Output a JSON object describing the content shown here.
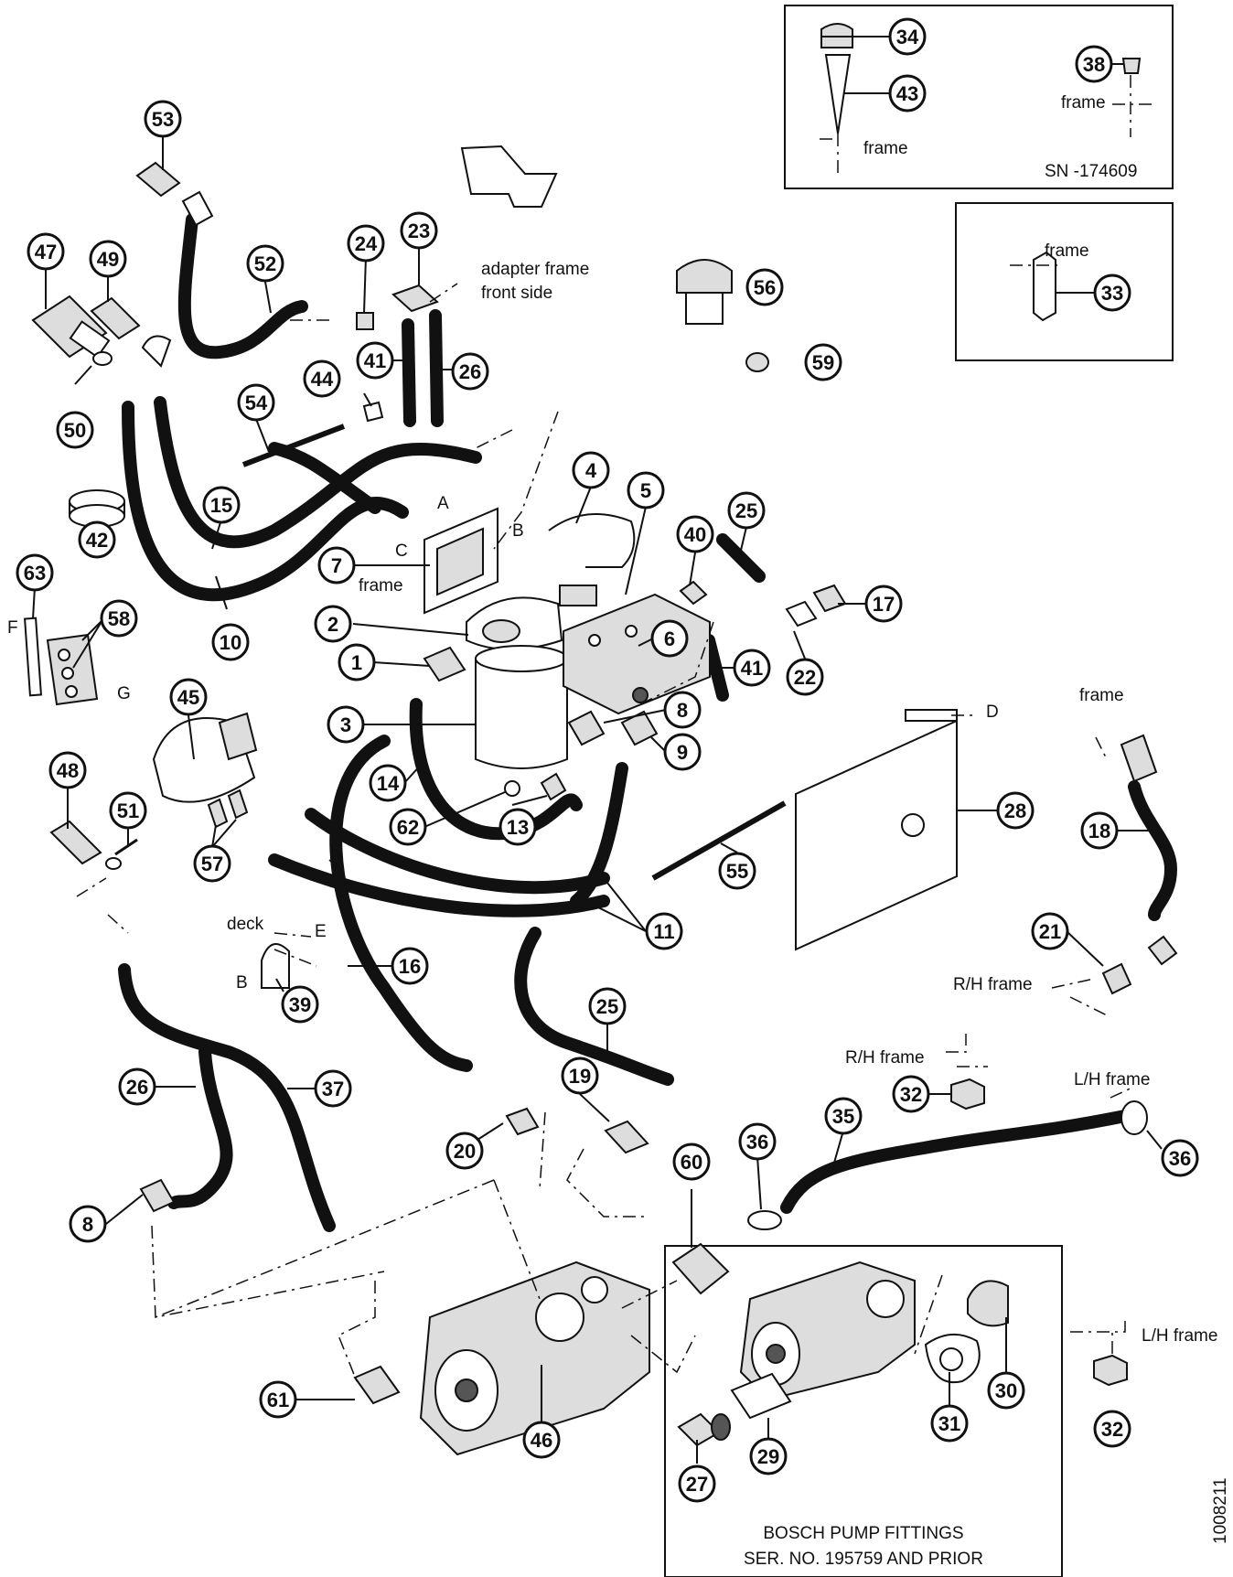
{
  "callouts": [
    {
      "id": "c53",
      "label": "53"
    },
    {
      "id": "c47",
      "label": "47"
    },
    {
      "id": "c49",
      "label": "49"
    },
    {
      "id": "c50",
      "label": "50"
    },
    {
      "id": "c52",
      "label": "52"
    },
    {
      "id": "c24",
      "label": "24"
    },
    {
      "id": "c23",
      "label": "23"
    },
    {
      "id": "c41a",
      "label": "41"
    },
    {
      "id": "c26a",
      "label": "26"
    },
    {
      "id": "c44",
      "label": "44"
    },
    {
      "id": "c54",
      "label": "54"
    },
    {
      "id": "c15",
      "label": "15"
    },
    {
      "id": "c42",
      "label": "42"
    },
    {
      "id": "c10",
      "label": "10"
    },
    {
      "id": "c63",
      "label": "63"
    },
    {
      "id": "c58",
      "label": "58"
    },
    {
      "id": "c7",
      "label": "7"
    },
    {
      "id": "c2",
      "label": "2"
    },
    {
      "id": "c1",
      "label": "1"
    },
    {
      "id": "c4",
      "label": "4"
    },
    {
      "id": "c5",
      "label": "5"
    },
    {
      "id": "c40",
      "label": "40"
    },
    {
      "id": "c25a",
      "label": "25"
    },
    {
      "id": "c17",
      "label": "17"
    },
    {
      "id": "c22",
      "label": "22"
    },
    {
      "id": "c6",
      "label": "6"
    },
    {
      "id": "c41b",
      "label": "41"
    },
    {
      "id": "c45",
      "label": "45"
    },
    {
      "id": "c3",
      "label": "3"
    },
    {
      "id": "c8a",
      "label": "8"
    },
    {
      "id": "c9",
      "label": "9"
    },
    {
      "id": "c14",
      "label": "14"
    },
    {
      "id": "c62",
      "label": "62"
    },
    {
      "id": "c13",
      "label": "13"
    },
    {
      "id": "c48",
      "label": "48"
    },
    {
      "id": "c51",
      "label": "51"
    },
    {
      "id": "c57",
      "label": "57"
    },
    {
      "id": "c55",
      "label": "55"
    },
    {
      "id": "c28",
      "label": "28"
    },
    {
      "id": "c18",
      "label": "18"
    },
    {
      "id": "c11",
      "label": "11"
    },
    {
      "id": "c21",
      "label": "21"
    },
    {
      "id": "c16",
      "label": "16"
    },
    {
      "id": "c39",
      "label": "39"
    },
    {
      "id": "c25b",
      "label": "25"
    },
    {
      "id": "c26b",
      "label": "26"
    },
    {
      "id": "c37",
      "label": "37"
    },
    {
      "id": "c19",
      "label": "19"
    },
    {
      "id": "c32a",
      "label": "32"
    },
    {
      "id": "c35",
      "label": "35"
    },
    {
      "id": "c36a",
      "label": "36"
    },
    {
      "id": "c36b",
      "label": "36"
    },
    {
      "id": "c20",
      "label": "20"
    },
    {
      "id": "c60",
      "label": "60"
    },
    {
      "id": "c8b",
      "label": "8"
    },
    {
      "id": "c61",
      "label": "61"
    },
    {
      "id": "c46",
      "label": "46"
    },
    {
      "id": "c30",
      "label": "30"
    },
    {
      "id": "c31",
      "label": "31"
    },
    {
      "id": "c29",
      "label": "29"
    },
    {
      "id": "c27",
      "label": "27"
    },
    {
      "id": "c32b",
      "label": "32"
    },
    {
      "id": "c34",
      "label": "34"
    },
    {
      "id": "c43",
      "label": "43"
    },
    {
      "id": "c38",
      "label": "38"
    },
    {
      "id": "c33",
      "label": "33"
    },
    {
      "id": "c56",
      "label": "56"
    },
    {
      "id": "c59",
      "label": "59"
    }
  ],
  "labels": {
    "adapter_frame_1": "adapter frame",
    "adapter_frame_2": "front side",
    "frame_main": "frame",
    "frame_inset_34": "frame",
    "frame_inset_38": "frame",
    "frame_inset_33": "frame",
    "frame_18": "frame",
    "rh_frame_21": "R/H frame",
    "rh_frame_32": "R/H frame",
    "lh_frame_36": "L/H frame",
    "lh_frame_32": "L/H frame",
    "deck": "deck",
    "letter_A": "A",
    "letter_B": "B",
    "letter_C": "C",
    "letter_D": "D",
    "letter_E": "E",
    "letter_F": "F",
    "letter_G": "G",
    "letter_B2": "B",
    "serial_inset": "SN   -174609",
    "bosch_title": "BOSCH PUMP FITTINGS",
    "bosch_serial": "SER. NO. 195759 AND PRIOR",
    "drawing_number": "1008211"
  }
}
